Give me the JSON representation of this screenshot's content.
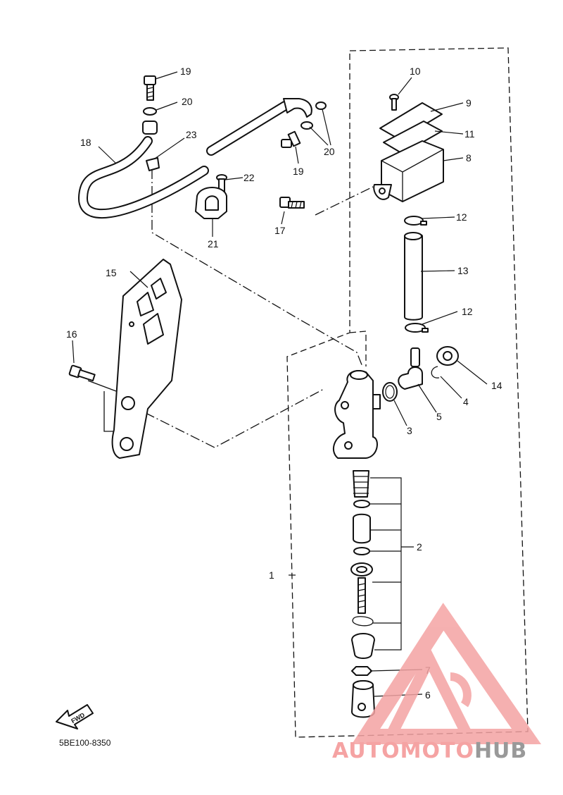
{
  "diagram_code": "5BE100-8350",
  "fwd_label": "FWD",
  "watermark": {
    "text_a": "AUTOMOTO",
    "text_b": "HUB",
    "color_a": "#f5a3a3",
    "color_b": "#999999"
  },
  "callouts": {
    "c1": "1",
    "c2": "2",
    "c3": "3",
    "c4": "4",
    "c5": "5",
    "c6": "6",
    "c7": "7",
    "c8": "8",
    "c9": "9",
    "c10": "10",
    "c11": "11",
    "c12a": "12",
    "c12b": "12",
    "c13": "13",
    "c14": "14",
    "c15": "15",
    "c16": "16",
    "c17": "17",
    "c18": "18",
    "c19a": "19",
    "c19b": "19",
    "c20a": "20",
    "c20b": "20",
    "c21": "21",
    "c22": "22",
    "c23": "23"
  }
}
